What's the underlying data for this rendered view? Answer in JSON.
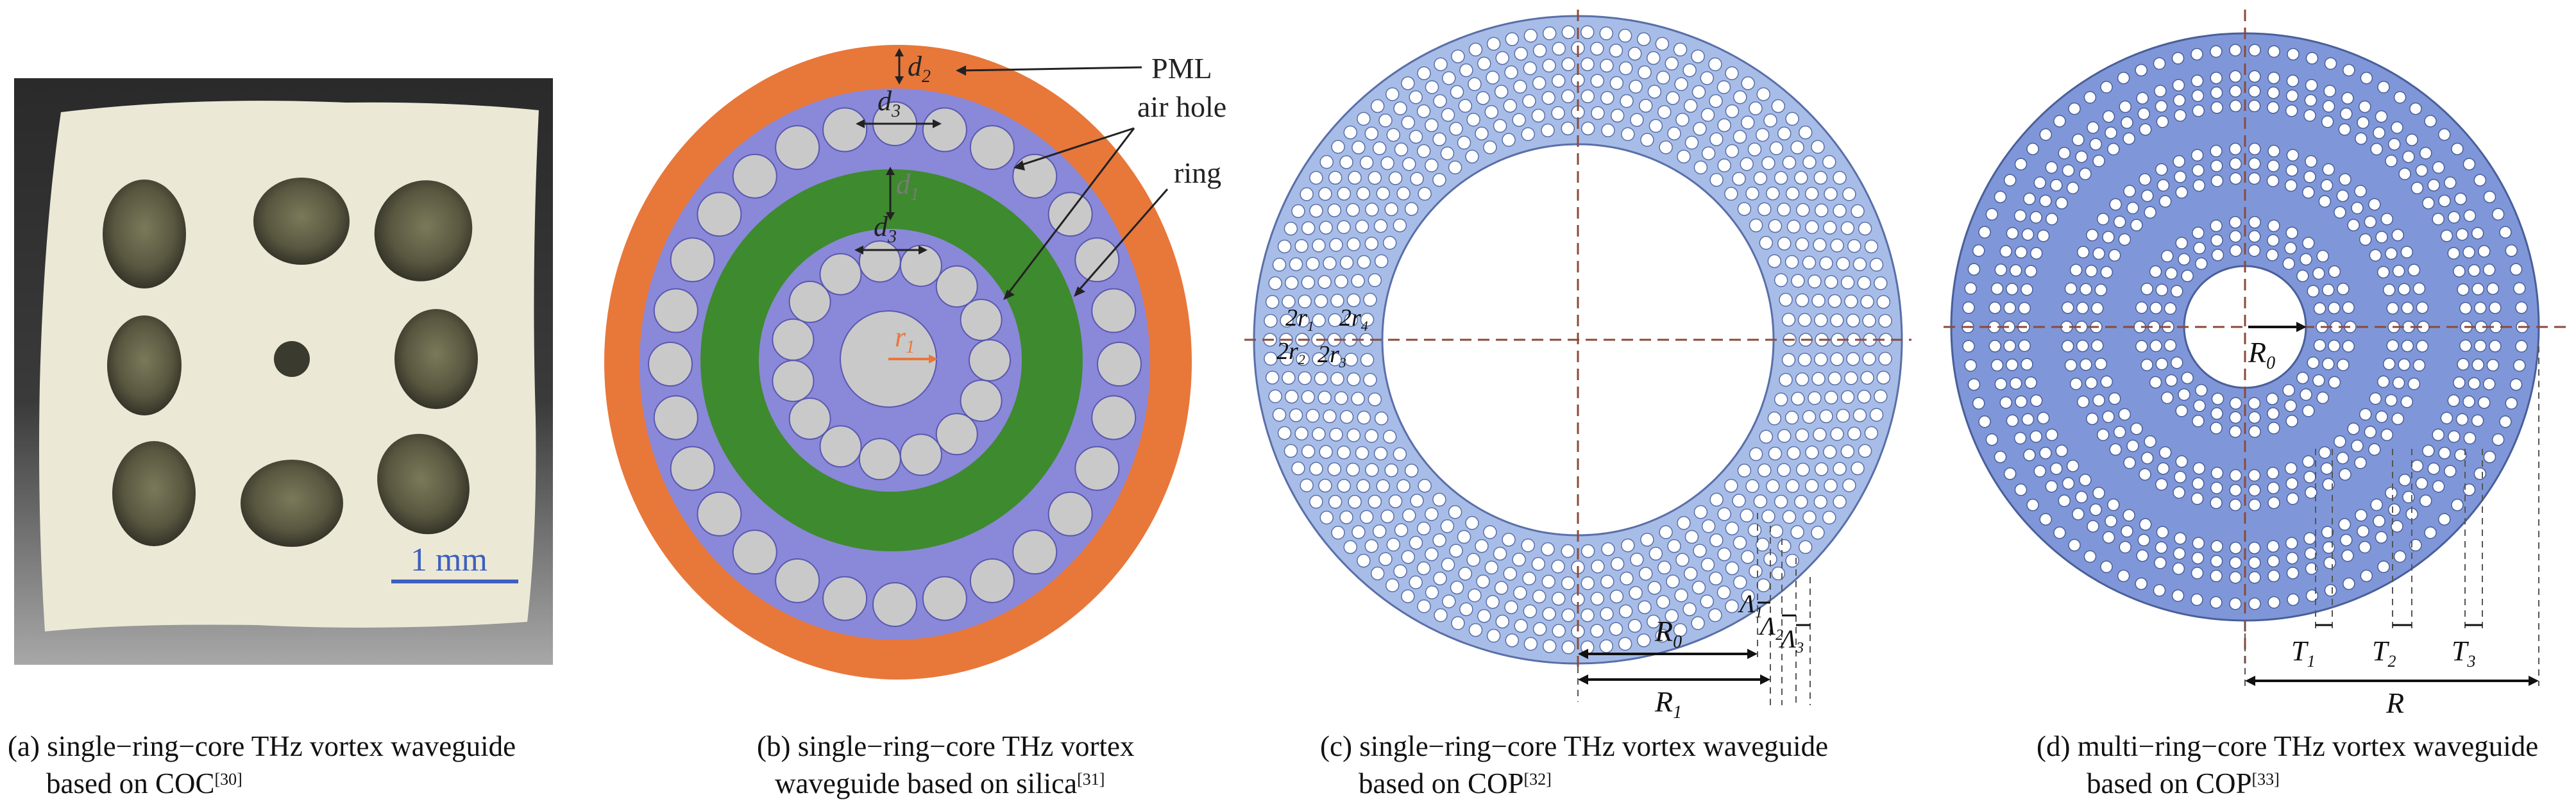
{
  "panels": [
    {
      "id": "a",
      "caption_line1": "(a) single−ring−core THz vortex waveguide",
      "caption_line2": "based on COC",
      "caption_ref": "[30]",
      "scale_bar_label": "1 mm"
    },
    {
      "id": "b",
      "caption_line1": "(b) single−ring−core THz vortex",
      "caption_line2": "waveguide based on silica",
      "caption_ref": "[31]",
      "labels": {
        "pml": "PML",
        "air_hole": "air hole",
        "ring": "ring",
        "d2": "d",
        "d2_sub": "2",
        "d3": "d",
        "d3_sub": "3",
        "d1": "d",
        "d1_sub": "1",
        "r1": "r",
        "r1_sub": "1"
      }
    },
    {
      "id": "c",
      "caption_line1": "(c) single−ring−core THz vortex waveguide",
      "caption_line2": "based on COP",
      "caption_ref": "[32]",
      "labels": {
        "r0": "R",
        "r0_sub": "0",
        "r1": "R",
        "r1_sub": "1",
        "l1": "Λ",
        "l1_sub": "1",
        "l2": "Λ",
        "l2_sub": "2",
        "l3": "Λ",
        "l3_sub": "3",
        "two_r1": "2r",
        "two_r2": "2r",
        "two_r3": "2r",
        "two_r4": "2r",
        "sub1": "1",
        "sub2": "2",
        "sub3": "3",
        "sub4": "4"
      }
    },
    {
      "id": "d",
      "caption_line1": "(d) multi−ring−core THz vortex waveguide",
      "caption_line2": "based on COP",
      "caption_ref": "[33]",
      "labels": {
        "r0": "R",
        "r0_sub": "0",
        "t1": "T",
        "t1_sub": "1",
        "t2": "T",
        "t2_sub": "2",
        "t3": "T",
        "t3_sub": "3",
        "r": "R"
      }
    }
  ],
  "colors": {
    "pml": "#e8773a",
    "cladding": "#8a88d8",
    "ring": "#3e8a2e",
    "hole": "#c9c9c9",
    "cop": "#a7bde8",
    "cop_d": "#7f97d8"
  }
}
